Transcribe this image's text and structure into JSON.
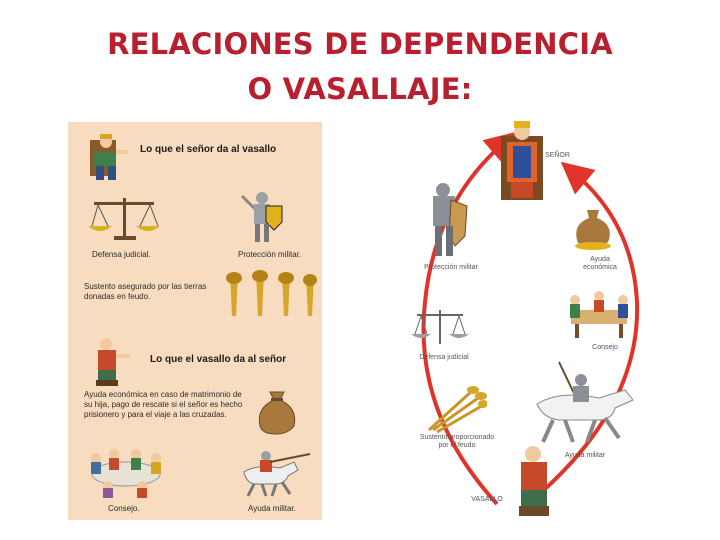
{
  "title": {
    "line1": "RELACIONES DE DEPENDENCIA",
    "line2": "O VASALLAJE:"
  },
  "left_panel": {
    "heading_lord": "Lo que el señor da al vasallo",
    "label_justice": "Defensa judicial.",
    "label_military_protection": "Protección militar.",
    "label_sustenance": "Sustento asegurado por las tierras donadas en feudo.",
    "heading_vassal": "Lo que el vasallo da al señor",
    "label_economic_aid": "Ayuda económica en caso de matrimonio de su hija, pago de rescate si el señor es hecho prisionero y para el viaje a las cruzadas.",
    "label_council": "Consejo.",
    "label_military_aid": "Ayuda militar."
  },
  "right_diagram": {
    "senor": "SEÑOR",
    "proteccion": "Protección militar",
    "ayuda_economica": "Ayuda económica",
    "defensa": "Defensa judicial",
    "consejo": "Consejo",
    "sustento": "Sustento proporcionado por el feudo",
    "ayuda_militar": "Ayuda militar",
    "vasallo": "VASALLO"
  },
  "colors": {
    "title": "#b8202f",
    "panel_bg": "#f7dcc0",
    "arrow": "#e0342a"
  }
}
